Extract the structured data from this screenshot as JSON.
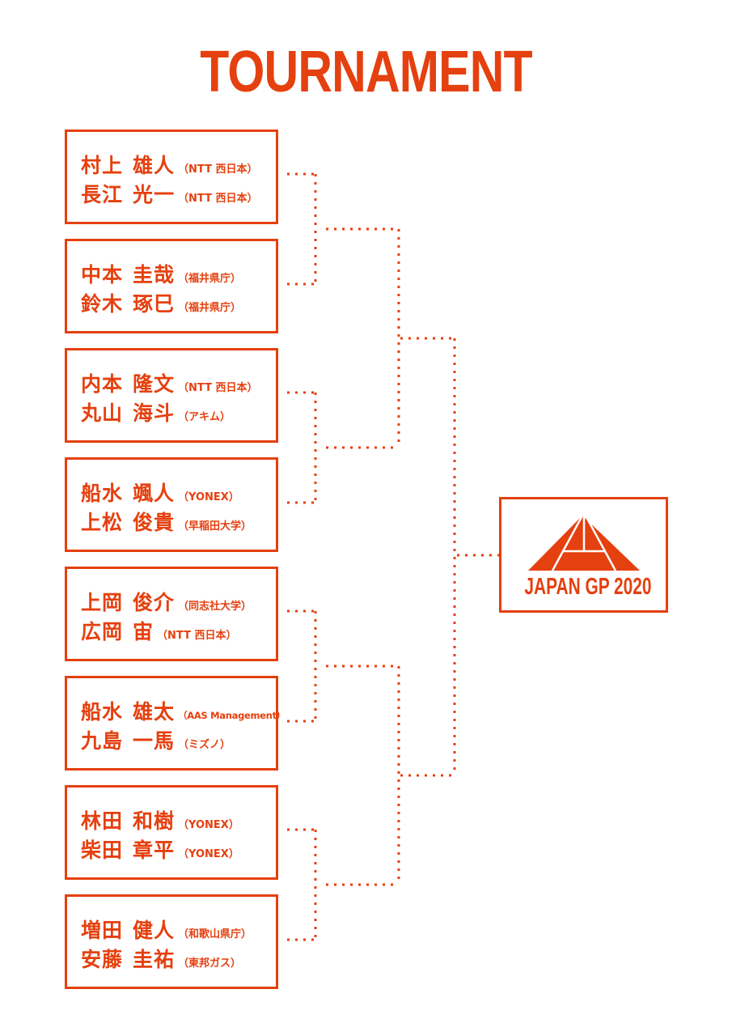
{
  "title": "TOURNAMENT",
  "accent_color": "#e5400f",
  "logo": {
    "text": "JAPAN GP  2020"
  },
  "pairs": [
    {
      "players": [
        {
          "name1": "村上",
          "name2": "雄人",
          "aff": "（NTT 西日本）"
        },
        {
          "name1": "長江",
          "name2": "光一",
          "aff": "（NTT 西日本）"
        }
      ]
    },
    {
      "players": [
        {
          "name1": "中本",
          "name2": "圭哉",
          "aff": "（福井県庁）"
        },
        {
          "name1": "鈴木",
          "name2": "琢巳",
          "aff": "（福井県庁）"
        }
      ]
    },
    {
      "players": [
        {
          "name1": "内本",
          "name2": "隆文",
          "aff": "（NTT 西日本）"
        },
        {
          "name1": "丸山",
          "name2": "海斗",
          "aff": "（アキム）"
        }
      ]
    },
    {
      "players": [
        {
          "name1": "船水",
          "name2": "颯人",
          "aff": "（YONEX）"
        },
        {
          "name1": "上松",
          "name2": "俊貴",
          "aff": "（早稲田大学）"
        }
      ]
    },
    {
      "players": [
        {
          "name1": "上岡",
          "name2": "俊介",
          "aff": "（同志社大学）"
        },
        {
          "name1": "広岡",
          "name2": "宙",
          "aff": "（NTT 西日本）"
        }
      ]
    },
    {
      "players": [
        {
          "name1": "船水",
          "name2": "雄太",
          "aff": "（AAS Management）"
        },
        {
          "name1": "九島",
          "name2": "一馬",
          "aff": "（ミズノ）"
        }
      ]
    },
    {
      "players": [
        {
          "name1": "林田",
          "name2": "和樹",
          "aff": "（YONEX）"
        },
        {
          "name1": "柴田",
          "name2": "章平",
          "aff": "（YONEX）"
        }
      ]
    },
    {
      "players": [
        {
          "name1": "増田",
          "name2": "健人",
          "aff": "（和歌山県庁）"
        },
        {
          "name1": "安藤",
          "name2": "圭祐",
          "aff": "（東邦ガス）"
        }
      ]
    }
  ]
}
